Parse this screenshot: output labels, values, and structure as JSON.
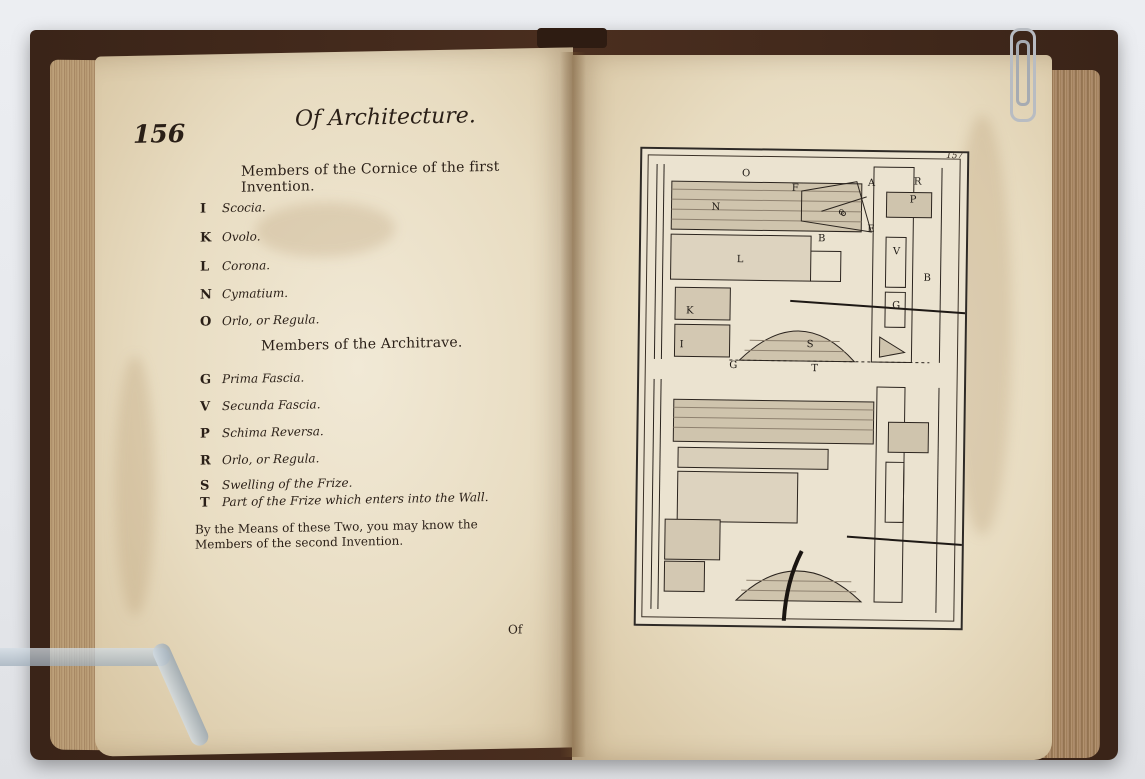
{
  "left_page": {
    "page_number": "156",
    "running_head": "Of Architecture.",
    "heading_cornice": "Members of the Cornice of the first Invention.",
    "cornice_members": [
      {
        "letter": "I",
        "text": "Scocia."
      },
      {
        "letter": "K",
        "text": "Ovolo."
      },
      {
        "letter": "L",
        "text": "Corona."
      },
      {
        "letter": "N",
        "text": "Cymatium."
      },
      {
        "letter": "O",
        "text": "Orlo, or Regula."
      }
    ],
    "heading_architrave": "Members of the Architrave.",
    "architrave_members": [
      {
        "letter": "G",
        "text": "Prima Fascia."
      },
      {
        "letter": "V",
        "text": "Secunda Fascia."
      },
      {
        "letter": "P",
        "text": "Schima Reversa."
      },
      {
        "letter": "R",
        "text": "Orlo, or Regula."
      },
      {
        "letter": "S",
        "text": "Swelling of the Frize."
      },
      {
        "letter": "T",
        "text": "Part of the Frize which enters into the Wall."
      }
    ],
    "closing_text": "By the Means of these Two, you may know the Members of the second Invention.",
    "catchword": "Of"
  },
  "right_page": {
    "plate_number": "157",
    "plate_labels": [
      "O",
      "F",
      "A",
      "R",
      "P",
      "N",
      "e",
      "E",
      "B",
      "V",
      "L",
      "B",
      "G",
      "K",
      "S",
      "I",
      "G",
      "T"
    ]
  },
  "colors": {
    "paper": "#e8dcc1",
    "leather": "#4a2e1f",
    "ink": "#2a1f17"
  }
}
